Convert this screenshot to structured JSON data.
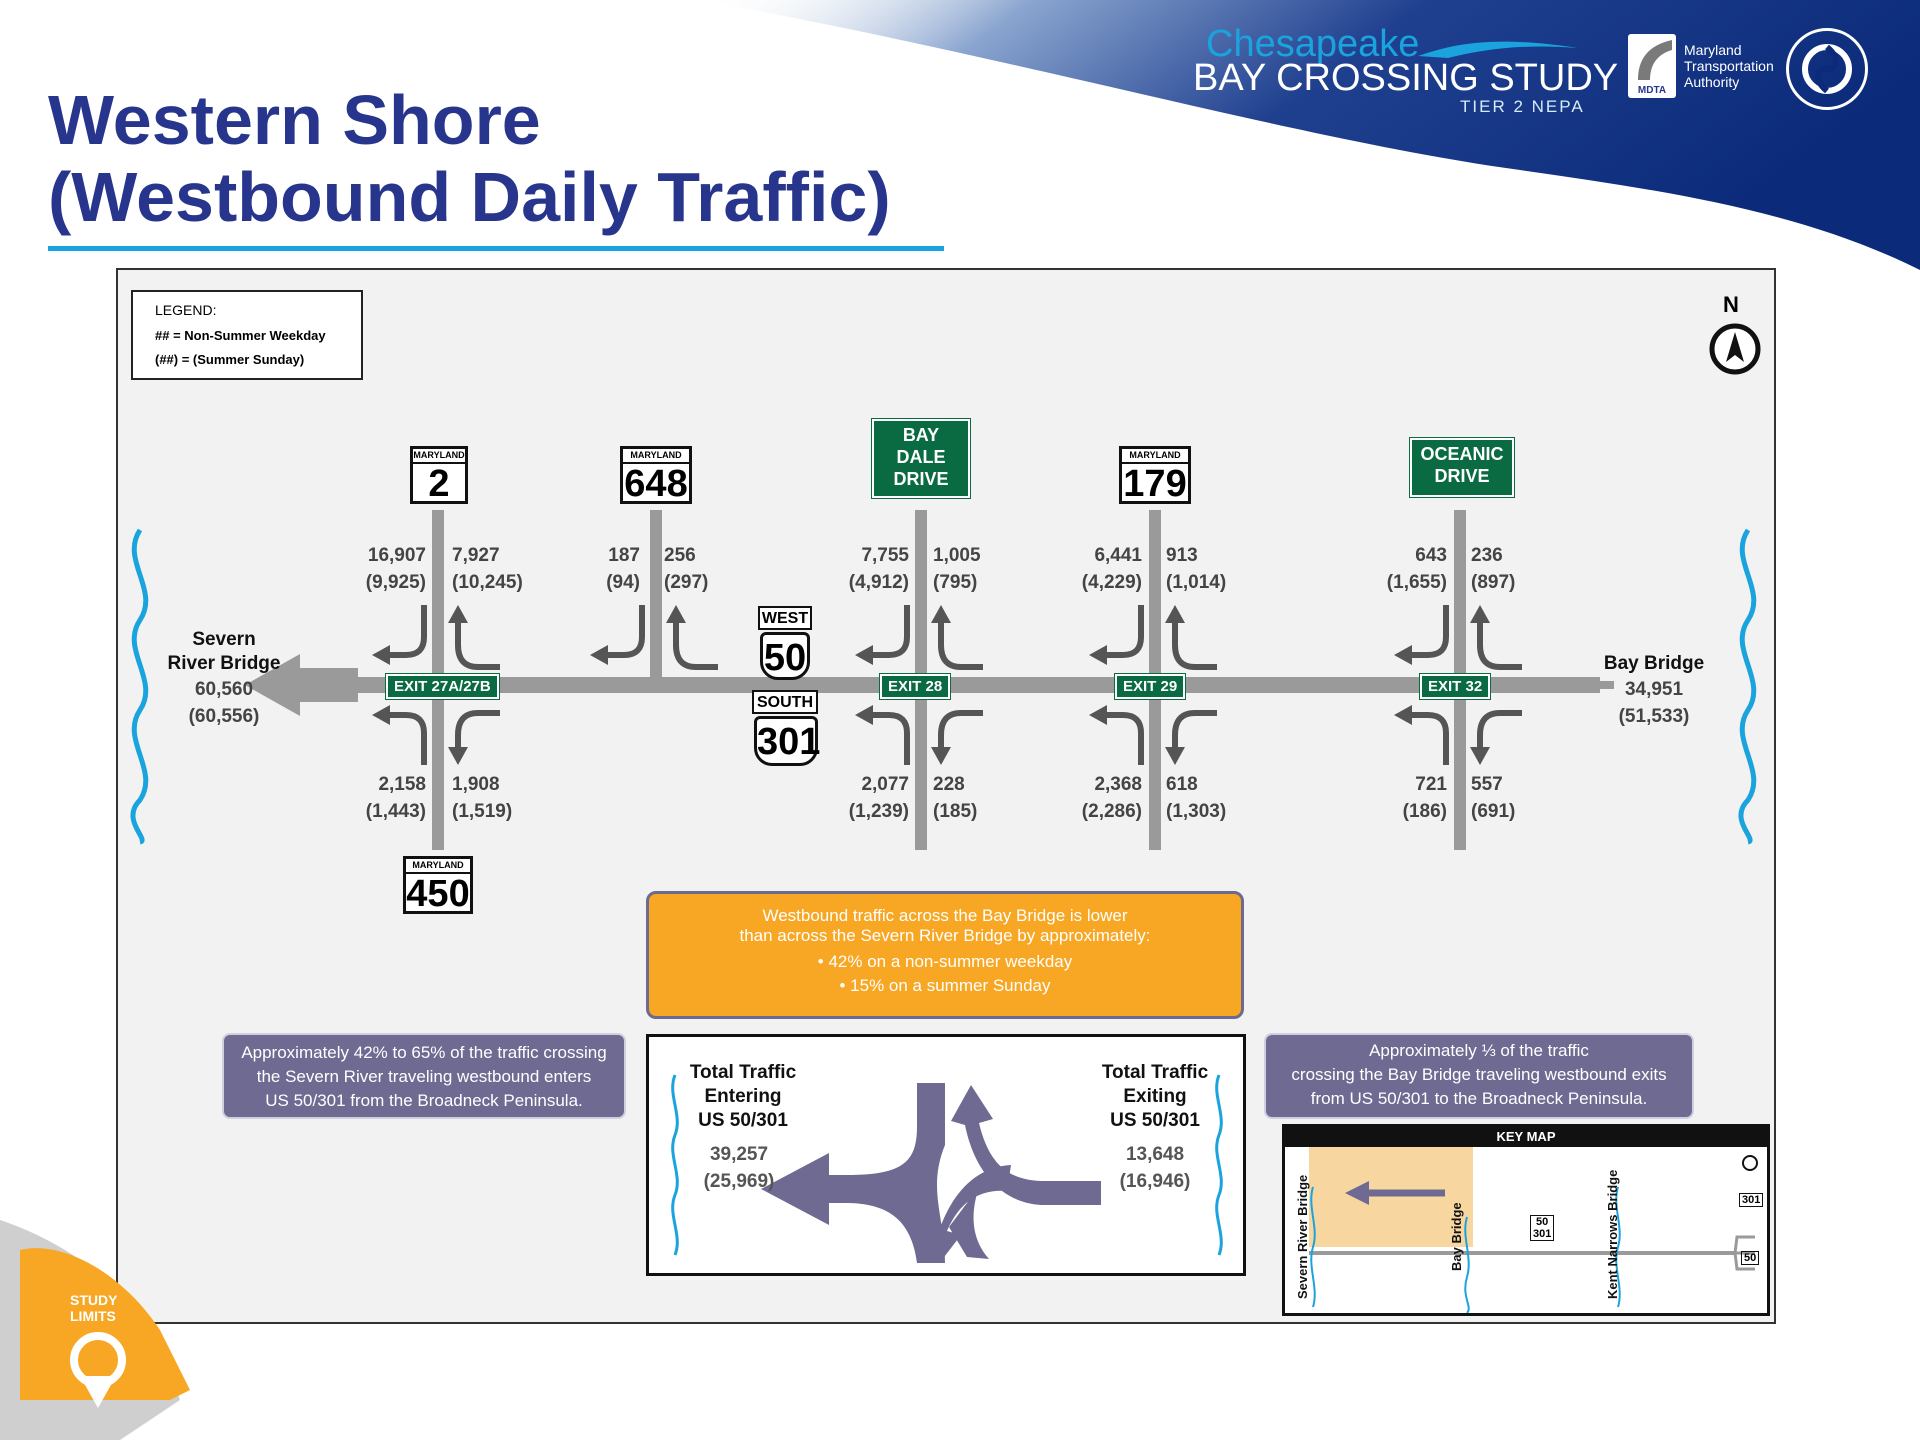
{
  "title": {
    "line1": "Western Shore",
    "line2": "(Westbound Daily Traffic)"
  },
  "header": {
    "logo_top": "Chesapeake",
    "logo_mid": "BAY CROSSING STUDY",
    "logo_bot": "TIER 2 NEPA",
    "mdta_abbr": "MDTA",
    "mdta_line1": "Maryland",
    "mdta_line2": "Transportation",
    "mdta_line3": "Authority"
  },
  "legend": {
    "title": "LEGEND:",
    "line1": "## = Non-Summer Weekday",
    "line2": "(##) = (Summer Sunday)"
  },
  "north_label": "N",
  "ends": {
    "west_name_1": "Severn",
    "west_name_2": "River Bridge",
    "west_weekday": "60,560",
    "west_sunday": "(60,556)",
    "east_name": "Bay Bridge",
    "east_weekday": "34,951",
    "east_sunday": "(51,533)"
  },
  "exits": {
    "e27": {
      "label": "EXIT 27A/27B",
      "shield_top": {
        "hd": "MARYLAND",
        "num": "2"
      },
      "shield_bottom": {
        "hd": "MARYLAND",
        "num": "450"
      },
      "nw": {
        "w": "16,907",
        "s": "(9,925)"
      },
      "ne": {
        "w": "7,927",
        "s": "(10,245)"
      },
      "sw": {
        "w": "2,158",
        "s": "(1,443)"
      },
      "se": {
        "w": "1,908",
        "s": "(1,519)"
      }
    },
    "r648": {
      "shield_top": {
        "hd": "MARYLAND",
        "num": "648"
      },
      "nw": {
        "w": "187",
        "s": "(94)"
      },
      "ne": {
        "w": "256",
        "s": "(297)"
      }
    },
    "e28": {
      "label": "EXIT 28",
      "sign": [
        "BAY",
        "DALE",
        "DRIVE"
      ],
      "nw": {
        "w": "7,755",
        "s": "(4,912)"
      },
      "ne": {
        "w": "1,005",
        "s": "(795)"
      },
      "sw": {
        "w": "2,077",
        "s": "(1,239)"
      },
      "se": {
        "w": "228",
        "s": "(185)"
      }
    },
    "e29": {
      "label": "EXIT 29",
      "shield_top": {
        "hd": "MARYLAND",
        "num": "179"
      },
      "nw": {
        "w": "6,441",
        "s": "(4,229)"
      },
      "ne": {
        "w": "913",
        "s": "(1,014)"
      },
      "sw": {
        "w": "2,368",
        "s": "(2,286)"
      },
      "se": {
        "w": "618",
        "s": "(1,303)"
      }
    },
    "e32": {
      "label": "EXIT 32",
      "sign": [
        "OCEANIC",
        "DRIVE"
      ],
      "nw": {
        "w": "643",
        "s": "(1,655)"
      },
      "ne": {
        "w": "236",
        "s": "(897)"
      },
      "sw": {
        "w": "721",
        "s": "(186)"
      },
      "se": {
        "w": "557",
        "s": "(691)"
      }
    }
  },
  "route": {
    "west_label": "WEST",
    "us50": "50",
    "south_label": "SOUTH",
    "us301": "301"
  },
  "orange_box": {
    "line1": "Westbound traffic across the Bay Bridge is lower",
    "line2": "than across the Severn River Bridge by approximately:",
    "bullet1": "• 42% on a non-summer weekday",
    "bullet2": "• 15% on a summer Sunday"
  },
  "left_note": {
    "line1": "Approximately 42% to 65% of the traffic crossing",
    "line2": "the Severn River traveling westbound enters",
    "line3": "US 50/301 from the Broadneck Peninsula."
  },
  "right_note": {
    "line1": "Approximately ⅓ of the traffic",
    "line2": "crossing the Bay Bridge traveling westbound exits",
    "line3": "from US 50/301 to the Broadneck Peninsula."
  },
  "totals": {
    "enter_1": "Total Traffic",
    "enter_2": "Entering",
    "enter_3": "US 50/301",
    "enter_w": "39,257",
    "enter_s": "(25,969)",
    "exit_1": "Total Traffic",
    "exit_2": "Exiting",
    "exit_3": "US 50/301",
    "exit_w": "13,648",
    "exit_s": "(16,946)"
  },
  "keymap": {
    "title": "KEY MAP",
    "severn": "Severn River Bridge",
    "bay": "Bay Bridge",
    "kent": "Kent Narrows Bridge",
    "s50": "50",
    "s301": "301"
  },
  "study_limits": {
    "line1": "STUDY",
    "line2": "LIMITS"
  },
  "colors": {
    "title": "#27358c",
    "accent": "#1aa3dc",
    "exit_green": "#0a6b43",
    "orange": "#f7a723",
    "purple": "#6e6a92",
    "road": "#9a9a9a"
  }
}
